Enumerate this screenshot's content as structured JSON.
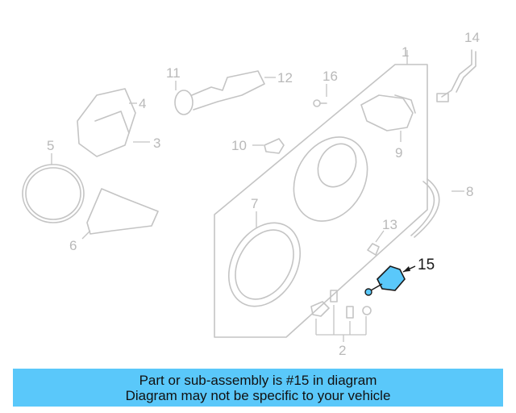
{
  "diagram": {
    "labels": {
      "l1": "1",
      "l2": "2",
      "l3": "3",
      "l4": "4",
      "l5": "5",
      "l6": "6",
      "l7": "7",
      "l8": "8",
      "l9": "9",
      "l10": "10",
      "l11": "11",
      "l12": "12",
      "l13": "13",
      "l14": "14",
      "l15": "15",
      "l16": "16"
    },
    "highlight_color": "#5ac8fa"
  },
  "banner": {
    "line1": "Part or sub-assembly is #15 in diagram",
    "line2": "Diagram may not be specific to your vehicle",
    "color": "#5ac8fa"
  }
}
